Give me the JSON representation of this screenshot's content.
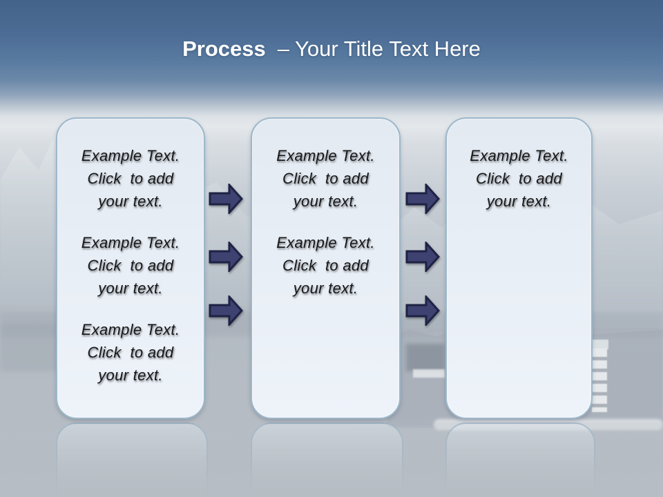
{
  "slide": {
    "title": {
      "keyword": "Process",
      "rest": "– Your Title Text Here"
    },
    "placeholder_text": "Example Text.\nClick  to add\nyour text.",
    "stages": [
      {
        "id": "stage-1",
        "blocks": [
          "Example Text.\nClick  to add\nyour text.",
          "Example Text.\nClick  to add\nyour text.",
          "Example Text.\nClick  to add\nyour text."
        ]
      },
      {
        "id": "stage-2",
        "blocks": [
          "Example Text.\nClick  to add\nyour text.",
          "Example Text.\nClick  to add\nyour text."
        ]
      },
      {
        "id": "stage-3",
        "blocks": [
          "Example Text.\nClick  to add\nyour text."
        ]
      }
    ],
    "arrows": {
      "direction": "right",
      "gaps": 2,
      "per_gap": 3
    },
    "colors": {
      "title_text": "#ffffff",
      "sky_top": "#44638a",
      "haze": "#e4e8eb",
      "water": "#b6bdc4",
      "box_fill": "#e9eff6",
      "box_border": "#9cb7ca",
      "arrow_fill": "#3d4271",
      "arrow_outline": "#1e2244",
      "body_text": "#16181a"
    }
  }
}
